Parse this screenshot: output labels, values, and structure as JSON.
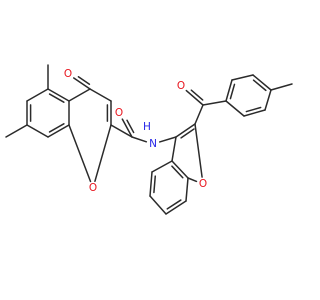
{
  "molecule": {
    "atom_labels": {
      "o_carbonyl_chromone": "O",
      "o_ring_chromone": "O",
      "o_amide": "O",
      "n_amide": "N",
      "h_amide": "H",
      "o_ketone": "O",
      "o_ring_benzofuran": "O"
    }
  },
  "colors": {
    "bond": "#2b2b2b",
    "oxygen": "#e8161f",
    "nitrogen": "#2727e8",
    "background": "#ffffff"
  }
}
